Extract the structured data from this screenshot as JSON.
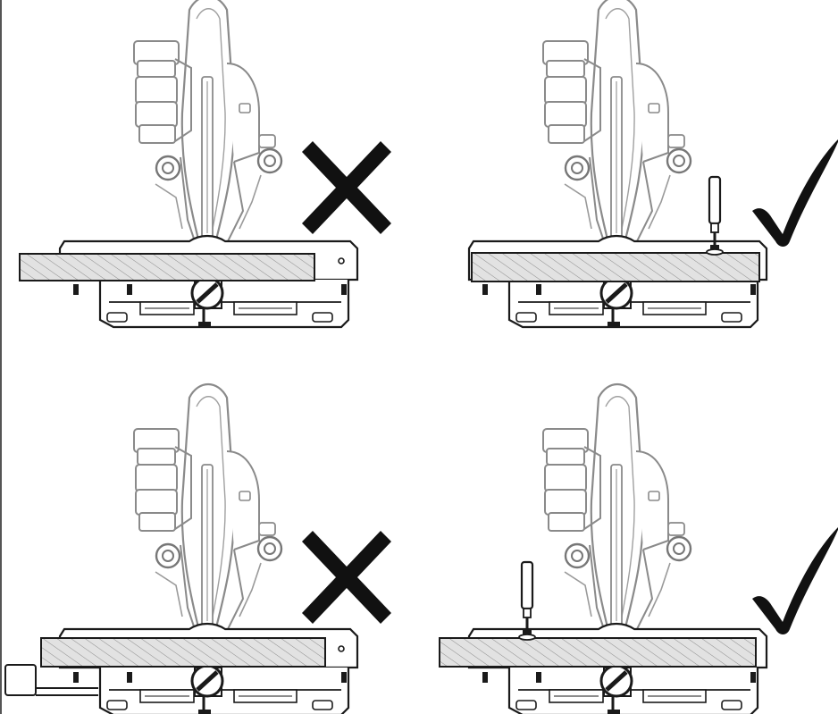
{
  "figure": {
    "panels": [
      {
        "id": "top-left",
        "verdict": "incorrect",
        "verdict_icon": "cross-icon",
        "clamp": "none",
        "workpiece": "overhanging-left"
      },
      {
        "id": "top-right",
        "verdict": "correct",
        "verdict_icon": "check-icon",
        "clamp": "right",
        "workpiece": "supported"
      },
      {
        "id": "bottom-left",
        "verdict": "incorrect",
        "verdict_icon": "cross-icon",
        "clamp": "none",
        "workpiece": "overhanging-left",
        "extension": "left-support-arm"
      },
      {
        "id": "bottom-right",
        "verdict": "correct",
        "verdict_icon": "check-icon",
        "clamp": "left",
        "workpiece": "supported"
      }
    ],
    "colors": {
      "ink": "#1a1a1a",
      "machine_stroke": "#8a8a8a",
      "board_fill": "#e2e2e2",
      "mark": "#111111"
    }
  }
}
